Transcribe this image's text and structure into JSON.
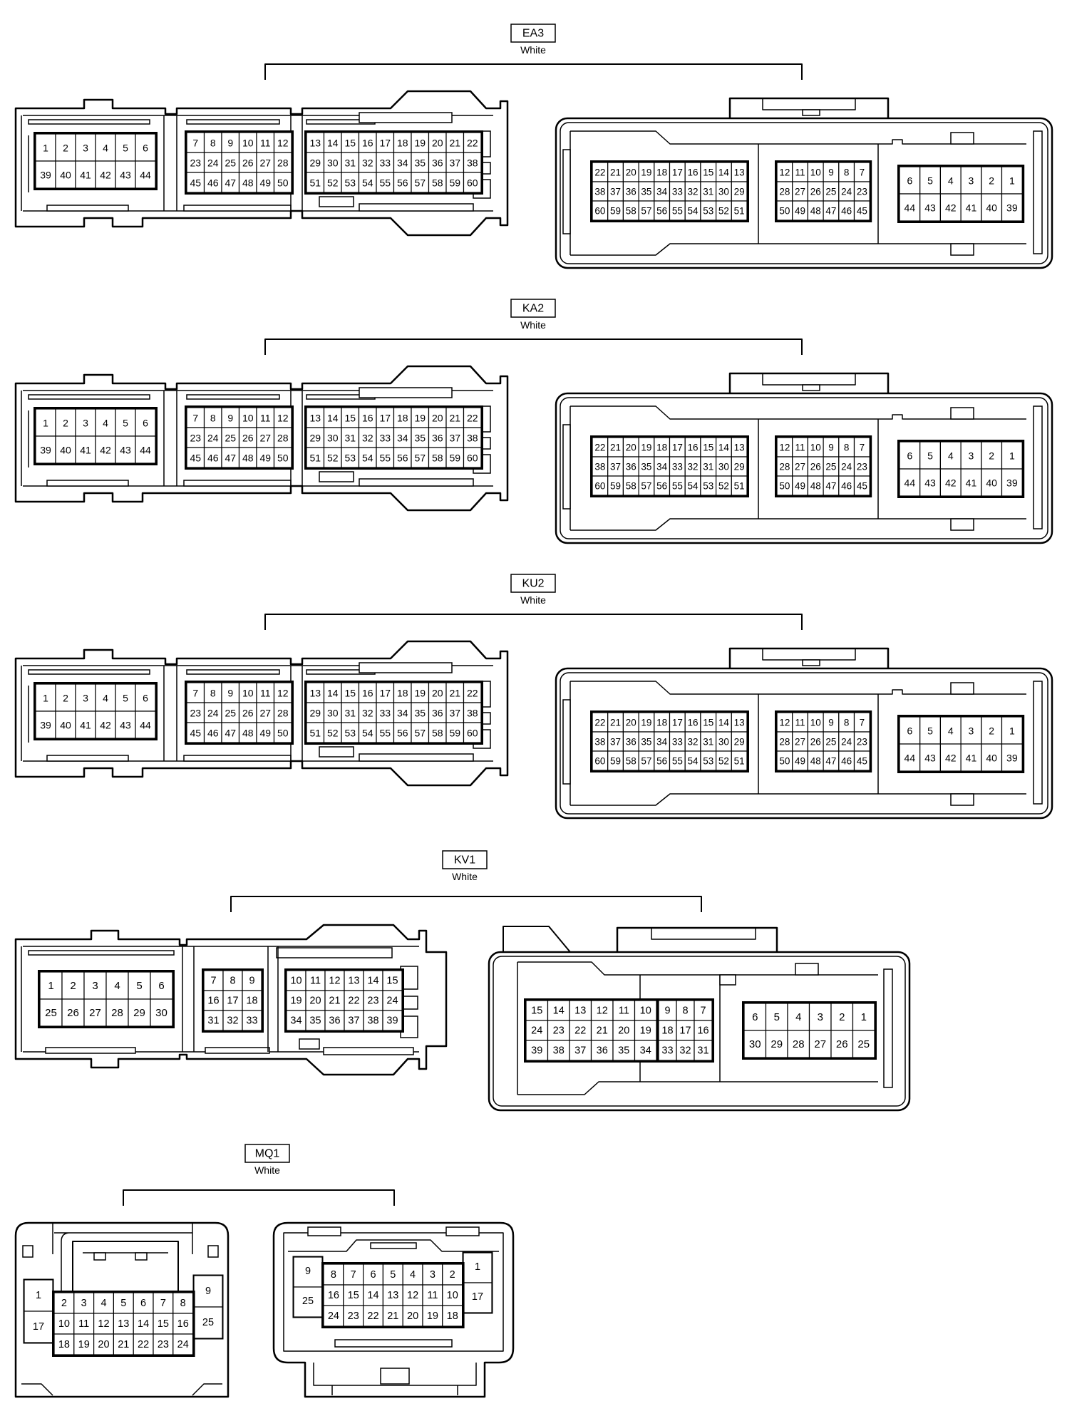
{
  "connectors": [
    {
      "id": "EA3",
      "color_label": "White",
      "male": {
        "blocks": [
          [
            [
              "1",
              "2",
              "3",
              "4",
              "5",
              "6"
            ],
            [
              "39",
              "40",
              "41",
              "42",
              "43",
              "44"
            ]
          ],
          [
            [
              "7",
              "8",
              "9",
              "10",
              "11",
              "12"
            ],
            [
              "23",
              "24",
              "25",
              "26",
              "27",
              "28"
            ],
            [
              "45",
              "46",
              "47",
              "48",
              "49",
              "50"
            ]
          ],
          [
            [
              "13",
              "14",
              "15",
              "16",
              "17",
              "18",
              "19",
              "20",
              "21",
              "22"
            ],
            [
              "29",
              "30",
              "31",
              "32",
              "33",
              "34",
              "35",
              "36",
              "37",
              "38"
            ],
            [
              "51",
              "52",
              "53",
              "54",
              "55",
              "56",
              "57",
              "58",
              "59",
              "60"
            ]
          ]
        ]
      },
      "female": {
        "blocks": [
          [
            [
              "22",
              "21",
              "20",
              "19",
              "18",
              "17",
              "16",
              "15",
              "14",
              "13"
            ],
            [
              "38",
              "37",
              "36",
              "35",
              "34",
              "33",
              "32",
              "31",
              "30",
              "29"
            ],
            [
              "60",
              "59",
              "58",
              "57",
              "56",
              "55",
              "54",
              "53",
              "52",
              "51"
            ]
          ],
          [
            [
              "12",
              "11",
              "10",
              "9",
              "8",
              "7"
            ],
            [
              "28",
              "27",
              "26",
              "25",
              "24",
              "23"
            ],
            [
              "50",
              "49",
              "48",
              "47",
              "46",
              "45"
            ]
          ],
          [
            [
              "6",
              "5",
              "4",
              "3",
              "2",
              "1"
            ],
            [
              "44",
              "43",
              "42",
              "41",
              "40",
              "39"
            ]
          ]
        ]
      }
    },
    {
      "id": "KA2",
      "color_label": "White",
      "male": {
        "blocks": [
          [
            [
              "1",
              "2",
              "3",
              "4",
              "5",
              "6"
            ],
            [
              "39",
              "40",
              "41",
              "42",
              "43",
              "44"
            ]
          ],
          [
            [
              "7",
              "8",
              "9",
              "10",
              "11",
              "12"
            ],
            [
              "23",
              "24",
              "25",
              "26",
              "27",
              "28"
            ],
            [
              "45",
              "46",
              "47",
              "48",
              "49",
              "50"
            ]
          ],
          [
            [
              "13",
              "14",
              "15",
              "16",
              "17",
              "18",
              "19",
              "20",
              "21",
              "22"
            ],
            [
              "29",
              "30",
              "31",
              "32",
              "33",
              "34",
              "35",
              "36",
              "37",
              "38"
            ],
            [
              "51",
              "52",
              "53",
              "54",
              "55",
              "56",
              "57",
              "58",
              "59",
              "60"
            ]
          ]
        ]
      },
      "female": {
        "blocks": [
          [
            [
              "22",
              "21",
              "20",
              "19",
              "18",
              "17",
              "16",
              "15",
              "14",
              "13"
            ],
            [
              "38",
              "37",
              "36",
              "35",
              "34",
              "33",
              "32",
              "31",
              "30",
              "29"
            ],
            [
              "60",
              "59",
              "58",
              "57",
              "56",
              "55",
              "54",
              "53",
              "52",
              "51"
            ]
          ],
          [
            [
              "12",
              "11",
              "10",
              "9",
              "8",
              "7"
            ],
            [
              "28",
              "27",
              "26",
              "25",
              "24",
              "23"
            ],
            [
              "50",
              "49",
              "48",
              "47",
              "46",
              "45"
            ]
          ],
          [
            [
              "6",
              "5",
              "4",
              "3",
              "2",
              "1"
            ],
            [
              "44",
              "43",
              "42",
              "41",
              "40",
              "39"
            ]
          ]
        ]
      }
    },
    {
      "id": "KU2",
      "color_label": "White",
      "male": {
        "blocks": [
          [
            [
              "1",
              "2",
              "3",
              "4",
              "5",
              "6"
            ],
            [
              "39",
              "40",
              "41",
              "42",
              "43",
              "44"
            ]
          ],
          [
            [
              "7",
              "8",
              "9",
              "10",
              "11",
              "12"
            ],
            [
              "23",
              "24",
              "25",
              "26",
              "27",
              "28"
            ],
            [
              "45",
              "46",
              "47",
              "48",
              "49",
              "50"
            ]
          ],
          [
            [
              "13",
              "14",
              "15",
              "16",
              "17",
              "18",
              "19",
              "20",
              "21",
              "22"
            ],
            [
              "29",
              "30",
              "31",
              "32",
              "33",
              "34",
              "35",
              "36",
              "37",
              "38"
            ],
            [
              "51",
              "52",
              "53",
              "54",
              "55",
              "56",
              "57",
              "58",
              "59",
              "60"
            ]
          ]
        ]
      },
      "female": {
        "blocks": [
          [
            [
              "22",
              "21",
              "20",
              "19",
              "18",
              "17",
              "16",
              "15",
              "14",
              "13"
            ],
            [
              "38",
              "37",
              "36",
              "35",
              "34",
              "33",
              "32",
              "31",
              "30",
              "29"
            ],
            [
              "60",
              "59",
              "58",
              "57",
              "56",
              "55",
              "54",
              "53",
              "52",
              "51"
            ]
          ],
          [
            [
              "12",
              "11",
              "10",
              "9",
              "8",
              "7"
            ],
            [
              "28",
              "27",
              "26",
              "25",
              "24",
              "23"
            ],
            [
              "50",
              "49",
              "48",
              "47",
              "46",
              "45"
            ]
          ],
          [
            [
              "6",
              "5",
              "4",
              "3",
              "2",
              "1"
            ],
            [
              "44",
              "43",
              "42",
              "41",
              "40",
              "39"
            ]
          ]
        ]
      }
    },
    {
      "id": "KV1",
      "color_label": "White",
      "male": {
        "blocks": [
          [
            [
              "1",
              "2",
              "3",
              "4",
              "5",
              "6"
            ],
            [
              "25",
              "26",
              "27",
              "28",
              "29",
              "30"
            ]
          ],
          [
            [
              "7",
              "8",
              "9"
            ],
            [
              "16",
              "17",
              "18"
            ],
            [
              "31",
              "32",
              "33"
            ]
          ],
          [
            [
              "10",
              "11",
              "12",
              "13",
              "14",
              "15"
            ],
            [
              "19",
              "20",
              "21",
              "22",
              "23",
              "24"
            ],
            [
              "34",
              "35",
              "36",
              "37",
              "38",
              "39"
            ]
          ]
        ]
      },
      "female": {
        "blocks": [
          [
            [
              "15",
              "14",
              "13",
              "12",
              "11",
              "10"
            ],
            [
              "24",
              "23",
              "22",
              "21",
              "20",
              "19"
            ],
            [
              "39",
              "38",
              "37",
              "36",
              "35",
              "34"
            ]
          ],
          [
            [
              "9",
              "8",
              "7"
            ],
            [
              "18",
              "17",
              "16"
            ],
            [
              "33",
              "32",
              "31"
            ]
          ],
          [
            [
              "6",
              "5",
              "4",
              "3",
              "2",
              "1"
            ],
            [
              "30",
              "29",
              "28",
              "27",
              "26",
              "25"
            ]
          ]
        ]
      }
    },
    {
      "id": "MQ1",
      "color_label": "White",
      "male": {
        "side_left": [
          "1",
          "17"
        ],
        "side_right": [
          "9",
          "25"
        ],
        "rows": [
          [
            "2",
            "3",
            "4",
            "5",
            "6",
            "7",
            "8"
          ],
          [
            "10",
            "11",
            "12",
            "13",
            "14",
            "15",
            "16"
          ],
          [
            "18",
            "19",
            "20",
            "21",
            "22",
            "23",
            "24"
          ]
        ]
      },
      "female": {
        "side_left": [
          "9",
          "25"
        ],
        "side_right": [
          "1",
          "17"
        ],
        "rows": [
          [
            "8",
            "7",
            "6",
            "5",
            "4",
            "3",
            "2"
          ],
          [
            "16",
            "15",
            "14",
            "13",
            "12",
            "11",
            "10"
          ],
          [
            "24",
            "23",
            "22",
            "21",
            "20",
            "19",
            "18"
          ]
        ]
      }
    }
  ]
}
